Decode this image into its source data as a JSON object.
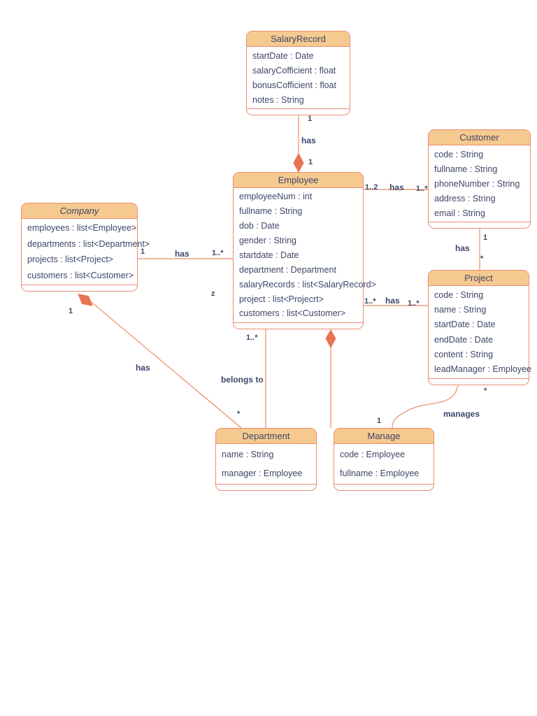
{
  "colors": {
    "border": "#e98c72",
    "header_fill": "#f5c98f",
    "text": "#3e4668",
    "line": "#ee8b66",
    "diamond": "#e87450",
    "bg": "#ffffff"
  },
  "classes": [
    {
      "name": "SalaryRecord",
      "italic": false,
      "attributes": [
        "startDate : Date",
        "salaryCofficient : float",
        "bonusCofficient : float",
        "notes : String"
      ]
    },
    {
      "name": "Customer",
      "italic": false,
      "attributes": [
        "code : String",
        "fullname : String",
        "phoneNumber : String",
        "address : String",
        "email : String"
      ]
    },
    {
      "name": "Employee",
      "italic": false,
      "attributes": [
        "employeeNum : int",
        "fullname : String",
        "dob : Date",
        "gender : String",
        "startdate : Date",
        "department : Department",
        "salaryRecords : list<SalaryRecord>",
        "project : list<Projecrt>",
        "customers : list<Customer>"
      ]
    },
    {
      "name": "Company",
      "italic": true,
      "attributes": [
        "employees : list<Employee>",
        "departments : list<Department>",
        "projects : list<Project>",
        "customers : list<Customer>"
      ]
    },
    {
      "name": "Project",
      "italic": false,
      "attributes": [
        "code : String",
        "name : String",
        "startDate : Date",
        "endDate : Date",
        "content : String",
        "leadManager : Employee"
      ]
    },
    {
      "name": "Department",
      "italic": false,
      "attributes": [
        "name : String",
        "manager : Employee"
      ]
    },
    {
      "name": "Manage",
      "italic": false,
      "attributes": [
        "code : Employee",
        "fullname : Employee"
      ]
    }
  ],
  "relationships": {
    "salaryrecord_employee": {
      "name": "has",
      "mult_salaryrecord": "1",
      "mult_employee": "1",
      "marker": "composition-diamond-at-employee"
    },
    "employee_customer": {
      "name": "has",
      "mult_employee": "1..2",
      "mult_customer": "1..*"
    },
    "company_employee": {
      "name": "has",
      "mult_company": "1",
      "mult_employee": "1..*"
    },
    "employee_project": {
      "name": "has",
      "mult_employee": "1..*",
      "mult_project": "1..*"
    },
    "customer_project": {
      "name": "has",
      "mult_customer": "1",
      "mult_project": "*"
    },
    "company_department": {
      "name": "has",
      "mult_company": "1",
      "marker": "composition-diamond-at-company"
    },
    "employee_department": {
      "name": "belongs to",
      "mult_employee": "1..*",
      "mult_department": "*"
    },
    "employee_manage": {
      "marker": "composition-diamond-at-employee"
    },
    "project_manage": {
      "name": "manages",
      "mult_project": "*",
      "mult_manage": "1"
    }
  },
  "stray_label": "z"
}
